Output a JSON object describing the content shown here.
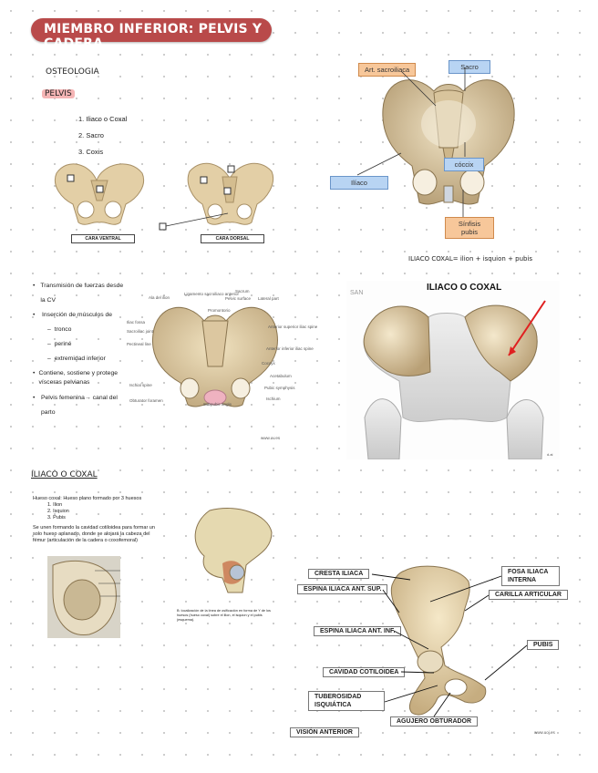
{
  "title": "MIEMBRO INFERIOR: PELVIS Y CADERA",
  "osteologia": {
    "heading": "OSTEOLOGIA",
    "subheading": "PELVIS",
    "items": [
      "1.   Iliaco o Coxal",
      "2.   Sacro",
      "3.   Coxis"
    ],
    "caption_left": "CARA VENTRAL",
    "caption_right": "CARA DORSAL"
  },
  "top_right_figure": {
    "labels": {
      "art_sacroiliaca": "Art. sacroiliaca",
      "sacro": "Sacro",
      "coccix": "cóccix",
      "iliaco": "Ilíaco",
      "sinfisis": "Sínfisis\npubis"
    },
    "note": "ILIACO COXAL= ilion + isquion + pubis"
  },
  "functions": {
    "bullets": [
      "Transmisión de fuerzas desde la CV",
      "Inserción de músculos de",
      "Contiene, sostiene y protege vísceras pelvianas",
      "Pelvis femenina→ canal del parto"
    ],
    "sub_items": [
      "tronco",
      "periné",
      "extremidad inferior"
    ]
  },
  "middle_diagram": {
    "labels": [
      "Ala del ilion",
      "Ligamento sacroiliaco anterior",
      "Promontorio",
      "Sacrum",
      "Pelvic surface",
      "Lateral part",
      "Iliac fossa",
      "Sacroiliac joint",
      "Pectineal line",
      "Ischial spine",
      "Obturator foramen",
      "Subpubic angle",
      "Pubic symphysis",
      "Ischium",
      "Acetabulum",
      "Anterior inferior iliac spine",
      "Anterior superior iliac spine",
      "Coccyx"
    ],
    "footnote": "www.uv.es"
  },
  "iliaco_photo": {
    "heading": "ILIACO O COXAL",
    "watermark": "SAN",
    "footnote": "d.ai"
  },
  "iliaco_section": {
    "heading": "ILIACO O COXAL",
    "text_intro": "Hueso coxal:  Hueso plano formado por 3 huesos",
    "parts": [
      "1.    Ilion",
      "2.    Isquion",
      "3.    Pubis"
    ],
    "text_union": "Se unen formando la cavidad cotiloidea para formar un solo hueso aplanado, donde se alojará la cabeza del fémur (articulación de la cadera o coxofemoral)",
    "figure_caption": "B: localización de la línea de osificación en forma de Y de los huesos (hueso coxal) sobre el lilon, el isquion y el pubis (esquema)."
  },
  "bottom_right_figure": {
    "labels": {
      "cresta": "CRESTA ILIACA",
      "espina_sup": "ESPINA ILIACA ANT. SUP.",
      "espina_inf": "ESPINA ILIACA ANT. INF.",
      "cavidad": "CAVIDAD COTILOIDEA",
      "tuberosidad": "TUBEROSIDAD ISQUIÁTICA",
      "vision": "VISIÓN ANTERIOR",
      "fosa": "FOSA ILIACA INTERNA",
      "carilla": "CARILLA ARTICULAR",
      "pubis": "PUBIS",
      "agujero": "AGUJERO OBTURADOR"
    },
    "footnote": "www.uoj.es"
  },
  "colors": {
    "banner": "#b94a4a",
    "bone": "#e6d4b0",
    "accent_red": "#e02020"
  }
}
